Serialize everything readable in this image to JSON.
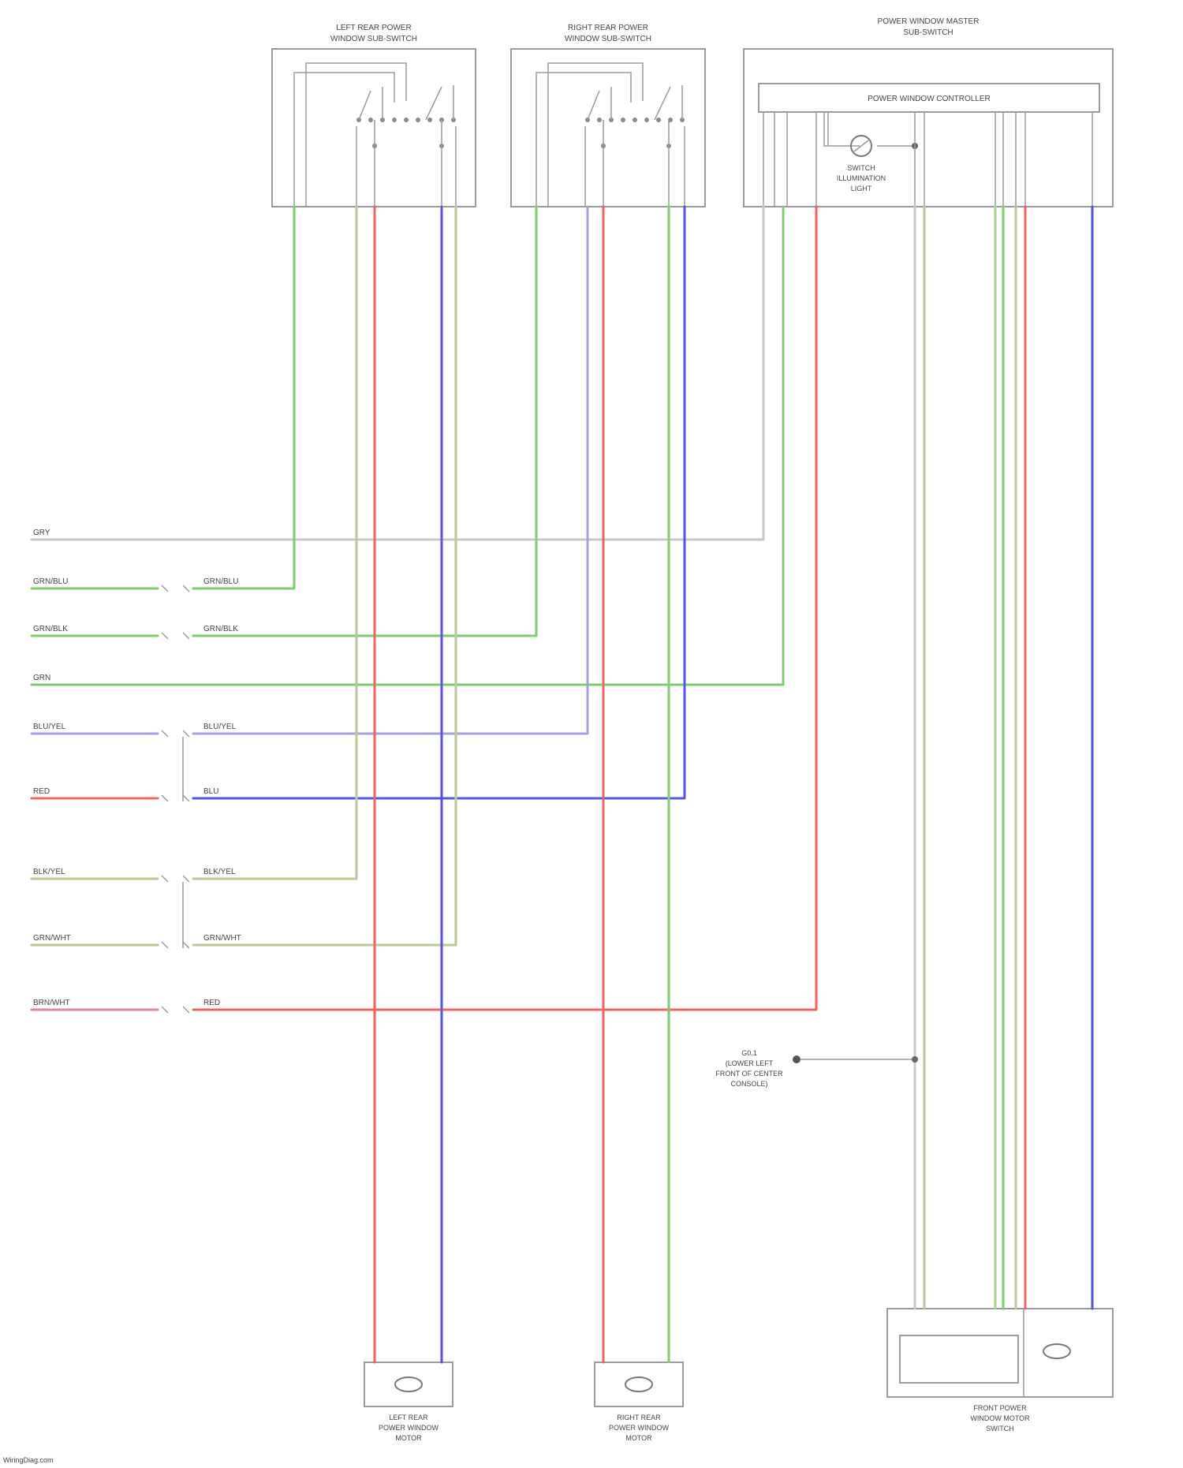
{
  "components": {
    "left_switch_title": [
      "LEFT REAR POWER",
      "WINDOW SUB-SWITCH"
    ],
    "right_switch_title": [
      "RIGHT REAR POWER",
      "WINDOW SUB-SWITCH"
    ],
    "master_switch_title": [
      "POWER WINDOW MASTER",
      "SUB-SWITCH"
    ],
    "controller_label": "POWER WINDOW CONTROLLER",
    "illumination_label": [
      "SWITCH",
      "ILLUMINATION",
      "LIGHT"
    ],
    "ground_label": [
      "G0.1",
      "(LOWER LEFT",
      "FRONT OF CENTER",
      "CONSOLE)"
    ],
    "left_motor_title": [
      "LEFT REAR",
      "POWER WINDOW",
      "MOTOR"
    ],
    "right_motor_title": [
      "RIGHT REAR",
      "POWER WINDOW",
      "MOTOR"
    ],
    "front_motor_title": [
      "FRONT POWER",
      "WINDOW MOTOR",
      "SWITCH"
    ]
  },
  "wires": {
    "W1": "GRY",
    "W2": [
      "GRN/BLU",
      "GRN/BLU"
    ],
    "W3": [
      "GRN/BLK",
      "GRN/BLK"
    ],
    "W4": "GRN",
    "W5": [
      "BLU/YEL",
      "BLU/YEL"
    ],
    "W6": [
      "RED",
      "BLU"
    ],
    "W7": [
      "BLK/YEL",
      "BLK/YEL"
    ],
    "W8": [
      "GRN/WHT",
      "GRN/WHT"
    ],
    "W9": [
      "BRN/WHT",
      "RED"
    ]
  },
  "colors": {
    "green": "#7fcc6e",
    "light_green": "#a6d48c",
    "olive": "#bcc89a",
    "red": "#f0625f",
    "blue": "#5552e6",
    "lavender": "#a3a0e0",
    "pink": "#d88ab0",
    "gray": "#c8c8c8",
    "outline": "#9a9a9a"
  },
  "footer": "WiringDiag.com"
}
